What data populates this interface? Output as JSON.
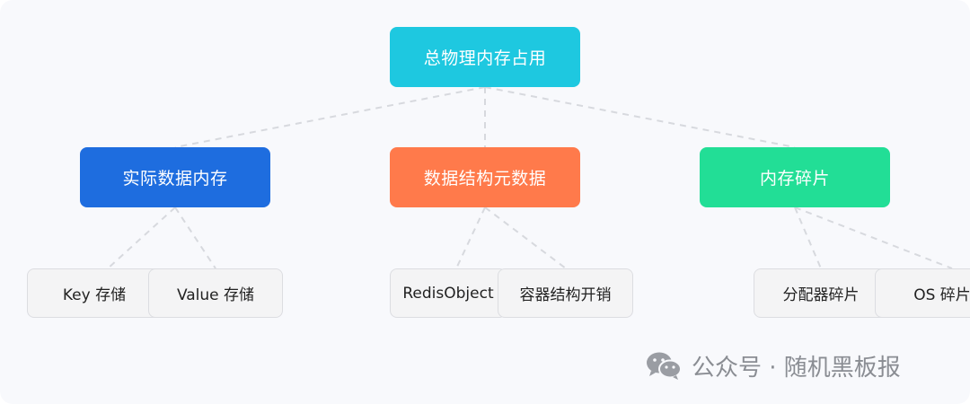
{
  "diagram": {
    "root": {
      "label": "总物理内存占用"
    },
    "categories": [
      {
        "label": "实际数据内存",
        "color": "#1e6ddf"
      },
      {
        "label": "数据结构元数据",
        "color": "#ff7a4b"
      },
      {
        "label": "内存碎片",
        "color": "#22de96"
      }
    ],
    "leaves": [
      {
        "label": "Key 存储"
      },
      {
        "label": "Value 存储"
      },
      {
        "label": "RedisObject"
      },
      {
        "label": "容器结构开销"
      },
      {
        "label": "分配器碎片"
      },
      {
        "label": "OS 碎片"
      }
    ],
    "root_color": "#1ec8e0"
  },
  "watermark": {
    "icon": "wechat-icon",
    "text": "公众号 · 随机黑板报"
  }
}
